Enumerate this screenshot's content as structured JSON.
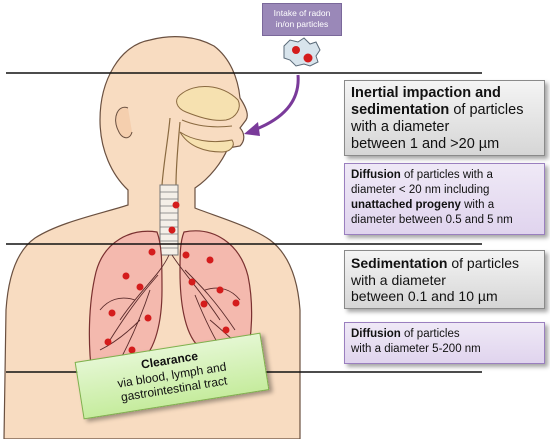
{
  "intake_label": {
    "line1": "Intake of radon",
    "line2": "in/on particles"
  },
  "box1": {
    "bold": "Inertial impaction and sedimentation",
    "rest1": " of particles",
    "line2": "with a diameter",
    "line3": "between 1 and >20 µm"
  },
  "box2": {
    "bold1": "Diffusion",
    "rest1": " of particles with a",
    "line2": "diameter < 20 nm including",
    "bold2": "unattached progeny",
    "rest3": " with a",
    "line4": "diameter between 0.5 and 5 nm"
  },
  "box3": {
    "bold": "Sedimentation",
    "rest1": " of particles",
    "line2": "with a diameter",
    "line3": "between 0.1 and 10 µm"
  },
  "box4": {
    "bold": "Diffusion",
    "rest1": " of particles",
    "line2": "with a diameter 5-200 nm"
  },
  "clearance": {
    "title": "Clearance",
    "line2": "via blood, lymph and",
    "line3": "gastrointestinal tract"
  },
  "colors": {
    "skin": "#f8dcc1",
    "lung": "#f4b9ae",
    "particle": "#d41c1c",
    "arrow": "#7a3a9a",
    "nasal": "#f6e1b0"
  }
}
